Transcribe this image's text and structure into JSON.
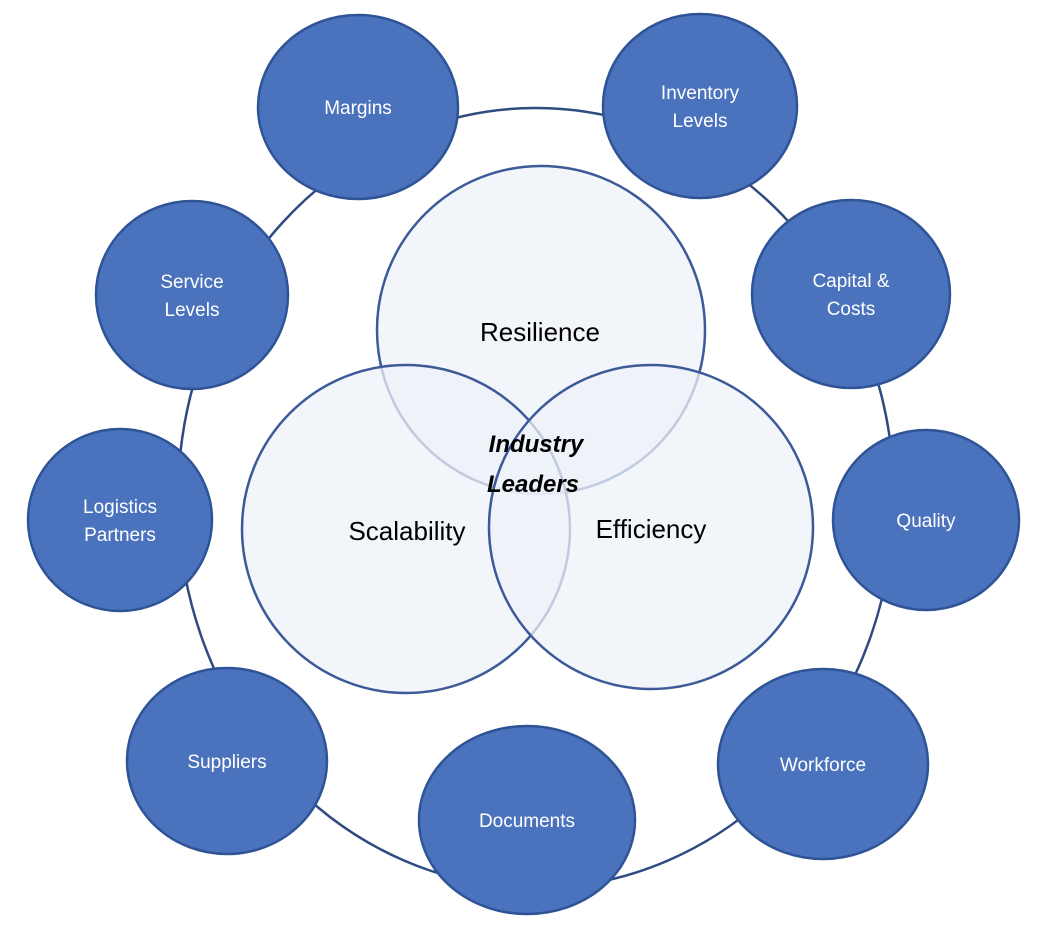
{
  "diagram": {
    "colors": {
      "node_fill": "#4a72bd",
      "node_stroke": "#2f5496",
      "ring_stroke": "#2f4a80",
      "venn_fill": "#eef1f8",
      "venn_stroke": "#3b5a97"
    },
    "center_label": [
      "Industry",
      "Leaders"
    ],
    "venn": [
      {
        "name": "resilience",
        "label": "Resilience"
      },
      {
        "name": "scalability",
        "label": "Scalability"
      },
      {
        "name": "efficiency",
        "label": "Efficiency"
      }
    ],
    "nodes": [
      {
        "name": "margins",
        "lines": [
          "Margins"
        ]
      },
      {
        "name": "inventory-levels",
        "lines": [
          "Inventory",
          "Levels"
        ]
      },
      {
        "name": "capital-costs",
        "lines": [
          "Capital &",
          "Costs"
        ]
      },
      {
        "name": "quality",
        "lines": [
          "Quality"
        ]
      },
      {
        "name": "workforce",
        "lines": [
          "Workforce"
        ]
      },
      {
        "name": "documents",
        "lines": [
          "Documents"
        ]
      },
      {
        "name": "suppliers",
        "lines": [
          "Suppliers"
        ]
      },
      {
        "name": "logistics-partners",
        "lines": [
          "Logistics",
          "Partners"
        ]
      },
      {
        "name": "service-levels",
        "lines": [
          "Service",
          "Levels"
        ]
      }
    ]
  }
}
